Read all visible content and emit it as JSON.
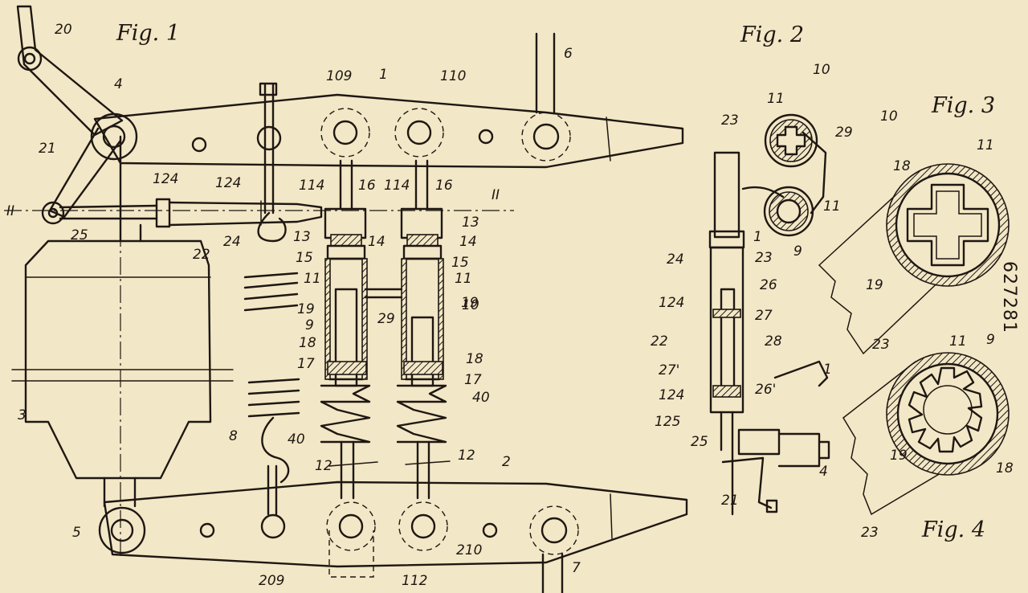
{
  "figures": {
    "fig1": "Fig. 1",
    "fig2": "Fig. 2",
    "fig3": "Fig. 3",
    "fig4": "Fig. 4"
  },
  "document_number": "627281",
  "section_marks": [
    "II",
    "II"
  ],
  "labels": {
    "l1a": "1",
    "l1b": "1",
    "l1c": "1",
    "l2": "2",
    "l3": "3",
    "l4a": "4",
    "l4b": "4",
    "l5": "5",
    "l6": "6",
    "l7": "7",
    "l8": "8",
    "l9a": "9",
    "l9b": "9",
    "l9c": "9",
    "l10a": "10",
    "l10b": "10",
    "l10c": "10",
    "l11a": "11",
    "l11b": "11",
    "l11c": "11",
    "l11d": "11",
    "l11e": "11",
    "l11f": "11",
    "l12a": "12",
    "l12b": "12",
    "l13a": "13",
    "l13b": "13",
    "l14a": "14",
    "l14b": "14",
    "l15a": "15",
    "l15b": "15",
    "l16a": "16",
    "l16b": "16",
    "l17a": "17",
    "l17b": "17",
    "l18a": "18",
    "l18b": "18",
    "l18c": "18",
    "l18d": "18",
    "l19a": "19",
    "l19b": "19",
    "l19c": "19",
    "l19d": "19",
    "l20": "20",
    "l21a": "21",
    "l21b": "21",
    "l22a": "22",
    "l22b": "22",
    "l23a": "23",
    "l23b": "23",
    "l23c": "23",
    "l23d": "23",
    "l24a": "24",
    "l24b": "24",
    "l25a": "25",
    "l25b": "25",
    "l26": "26",
    "l26p": "26'",
    "l27": "27",
    "l27p": "27'",
    "l28": "28",
    "l29a": "29",
    "l29b": "29",
    "l40a": "40",
    "l40b": "40",
    "l109": "109",
    "l110": "110",
    "l112": "112",
    "l114a": "114",
    "l114b": "114",
    "l124a": "124",
    "l124b": "124",
    "l124c": "124",
    "l124d": "124",
    "l125": "125",
    "l209": "209",
    "l210": "210"
  }
}
